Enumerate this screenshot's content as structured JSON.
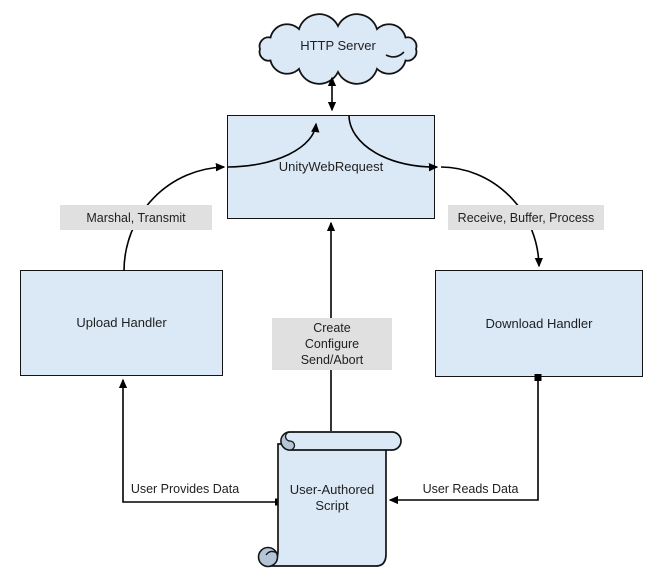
{
  "diagram": {
    "subject": "UnityWebRequest data flow"
  },
  "colors": {
    "node_fill": "#dbe8f6",
    "node_stroke": "#141414",
    "roll_shade_fill": "#b3c5d7",
    "edge_label_bg": "#e0e0e0",
    "line": "#000000",
    "text": "#1f1f1f",
    "background": "#ffffff"
  },
  "nodes": {
    "http_server": {
      "label": "HTTP Server"
    },
    "unity_web_request": {
      "label": "UnityWebRequest"
    },
    "upload_handler": {
      "label": "Upload Handler"
    },
    "download_handler": {
      "label": "Download Handler"
    },
    "user_script": {
      "label": "User-Authored\nScript"
    }
  },
  "edges": {
    "marshal_label": "Marshal, Transmit",
    "receive_label": "Receive, Buffer, Process",
    "create_label": "Create\nConfigure\nSend/Abort",
    "provides_label": "User Provides Data",
    "reads_label": "User Reads Data"
  }
}
